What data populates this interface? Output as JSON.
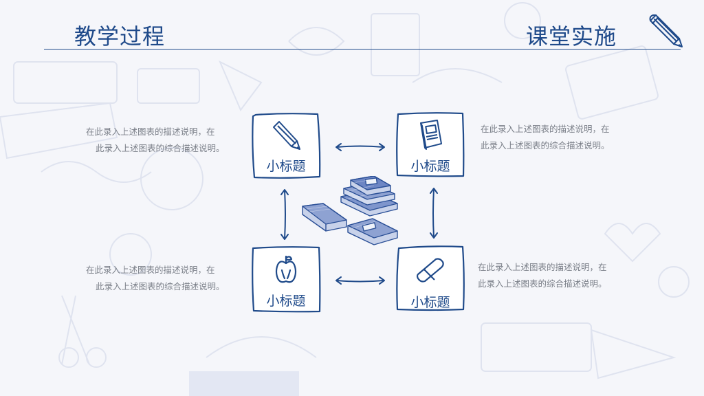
{
  "header": {
    "left_title": "教学过程",
    "right_title": "课堂实施"
  },
  "cards": [
    {
      "label": "小标题",
      "icon": "pencil-icon"
    },
    {
      "label": "小标题",
      "icon": "book-icon"
    },
    {
      "label": "小标题",
      "icon": "apple-icon"
    },
    {
      "label": "小标题",
      "icon": "eraser-icon"
    }
  ],
  "descriptions": [
    {
      "line1": "在此录入上述图表的描述说明，在",
      "line2": "此录入上述图表的综合描述说明。"
    },
    {
      "line1": "在此录入上述图表的描述说明，在",
      "line2": "此录入上述图表的综合描述说明。"
    },
    {
      "line1": "在此录入上述图表的描述说明，在",
      "line2": "此录入上述图表的综合描述说明。"
    },
    {
      "line1": "在此录入上述图表的描述说明，在",
      "line2": "此录入上述图表的综合描述说明。"
    }
  ],
  "colors": {
    "accent": "#1f4a8a",
    "text_gray": "#7a7f88",
    "background": "#f5f6fa"
  }
}
